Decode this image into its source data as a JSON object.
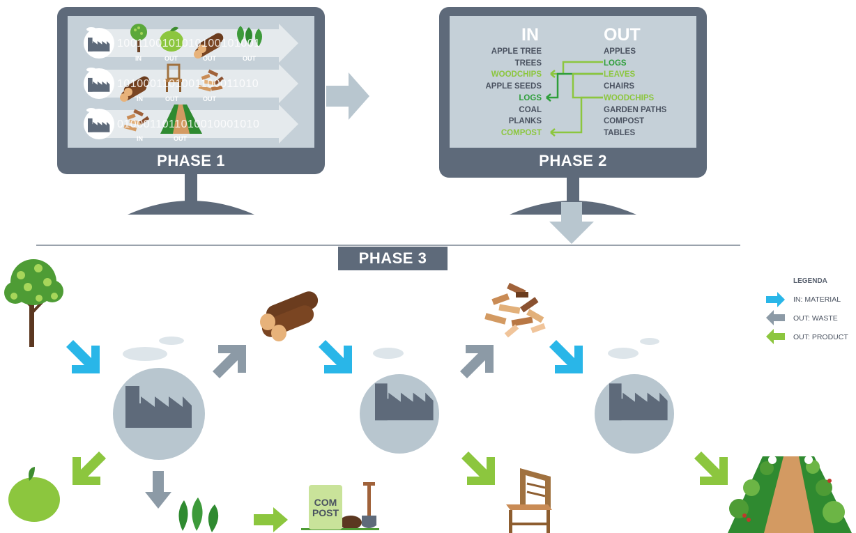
{
  "phase1": {
    "label": "PHASE 1"
  },
  "phase2": {
    "label": "PHASE 2",
    "in_header": "IN",
    "out_header": "OUT",
    "in_items": [
      "APPLE TREE",
      "TREES",
      "WOODCHIPS",
      "APPLE SEEDS",
      "LOGS",
      "COAL",
      "PLANKS",
      "COMPOST"
    ],
    "out_items": [
      "APPLES",
      "LOGS",
      "LEAVES",
      "CHAIRS",
      "WOODCHIPS",
      "GARDEN PATHS",
      "COMPOST",
      "TABLES"
    ]
  },
  "phase3": {
    "label": "PHASE 3"
  },
  "pills": {
    "row1": {
      "binary": "1001100101010100101001",
      "labels": [
        "IN",
        "OUT",
        "OUT",
        "OUT"
      ]
    },
    "row2": {
      "binary": "1010001101001100011010",
      "labels": [
        "IN",
        "OUT",
        "OUT"
      ]
    },
    "row3": {
      "binary": "0100011011010010001010",
      "labels": [
        "IN",
        "OUT"
      ]
    }
  },
  "compost": {
    "line1": "COM",
    "line2": "POST"
  },
  "legend": {
    "title": "LEGENDA",
    "items": [
      {
        "label": "IN: MATERIAL",
        "color": "#29b6e8"
      },
      {
        "label": "OUT: WASTE",
        "color": "#8c9aa6"
      },
      {
        "label": "OUT: PRODUCT",
        "color": "#8cc63e"
      }
    ]
  },
  "colors": {
    "monitor": "#5e6a7a",
    "screen": "#c5d0d8",
    "blue_arrow": "#29b6e8",
    "grey_arrow": "#8c9aa6",
    "green_arrow": "#8cc63e",
    "factory": "#5e6a7a",
    "factory_circle": "#b8c6cf"
  },
  "icons": [
    "factory-icon",
    "apple-tree-icon",
    "apple-icon",
    "logs-icon",
    "leaves-icon",
    "woodchips-icon",
    "chair-icon",
    "garden-path-icon",
    "compost-bag-icon",
    "shovel-icon"
  ]
}
